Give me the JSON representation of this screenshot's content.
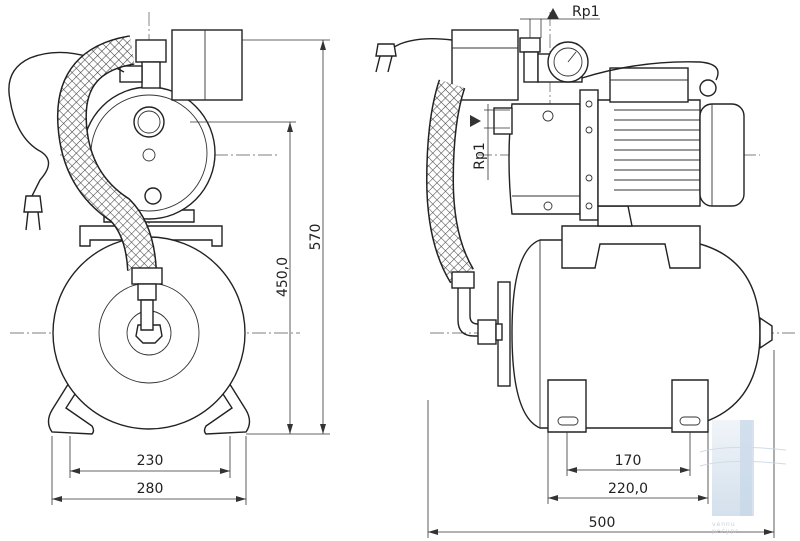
{
  "colors": {
    "line": "#222222",
    "dimension": "#333333",
    "watermark": "#d6e2ee"
  },
  "front_view": {
    "dim_height_total": "570",
    "dim_height_tank": "450,0",
    "dim_width_feet": "230",
    "dim_width_total": "280"
  },
  "side_view": {
    "thread_top": "Rp1",
    "thread_side": "Rp1",
    "dim_feet_inner": "170",
    "dim_feet_outer": "220,0",
    "dim_length_total": "500"
  },
  "watermark": {
    "line1": "vennu",
    "line2": "ресурс"
  }
}
